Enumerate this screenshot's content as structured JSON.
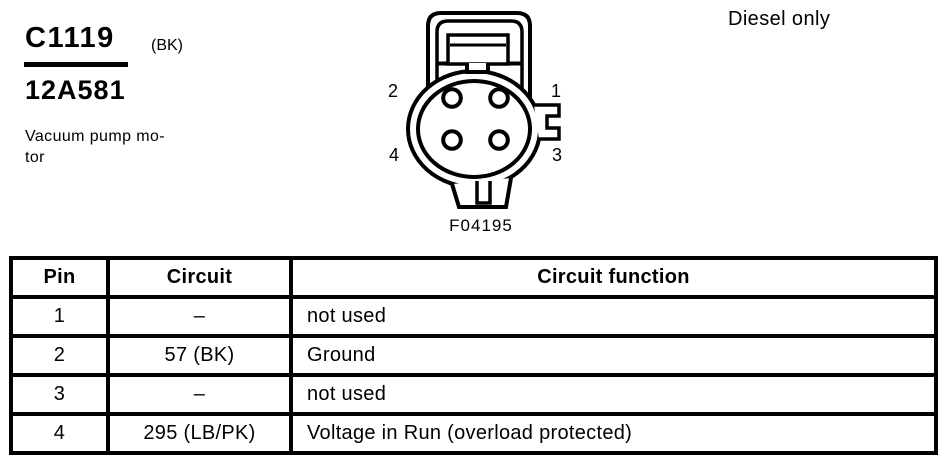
{
  "header": {
    "connector_id": "C1119",
    "connector_color_code": "(BK)",
    "part_number": "12A581",
    "description": [
      "Vacuum pump mo-",
      "tor"
    ],
    "note": "Diesel only"
  },
  "figure": {
    "caption": "F04195",
    "pin_labels": [
      {
        "label": "2",
        "position": "top-left"
      },
      {
        "label": "1",
        "position": "top-right"
      },
      {
        "label": "4",
        "position": "bottom-left"
      },
      {
        "label": "3",
        "position": "bottom-right"
      }
    ]
  },
  "table": {
    "headers": [
      "Pin",
      "Circuit",
      "Circuit function"
    ],
    "rows": [
      [
        "1",
        "–",
        "not used"
      ],
      [
        "2",
        "57 (BK)",
        "Ground"
      ],
      [
        "3",
        "–",
        "not used"
      ],
      [
        "4",
        "295 (LB/PK)",
        "Voltage in Run (overload protected)"
      ]
    ]
  },
  "colors": {
    "ink": "#000000",
    "paper": "#ffffff"
  }
}
